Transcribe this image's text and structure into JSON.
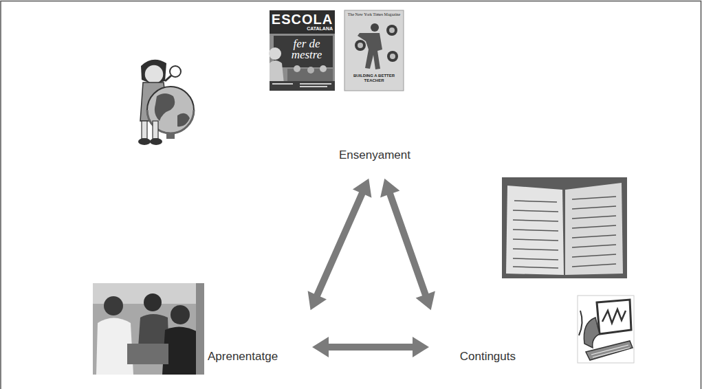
{
  "diagram": {
    "nodes": [
      {
        "text": [
          "Ensenyament"
        ]
      },
      {
        "text": [
          "Aprenentatge"
        ]
      },
      {
        "text": [
          "Continguts"
        ]
      }
    ],
    "edges": [
      {
        "from": 0,
        "to": 1,
        "arrow": "both"
      },
      {
        "from": 0,
        "to": 2,
        "arrow": "both"
      },
      {
        "from": 1,
        "to": 2,
        "arrow": "both"
      }
    ],
    "labels": [
      "ESCOLA",
      "CATALANA",
      "fer de mestre",
      "The New York Times Magazine",
      "BUILDING A BETTER TEACHER"
    ]
  }
}
